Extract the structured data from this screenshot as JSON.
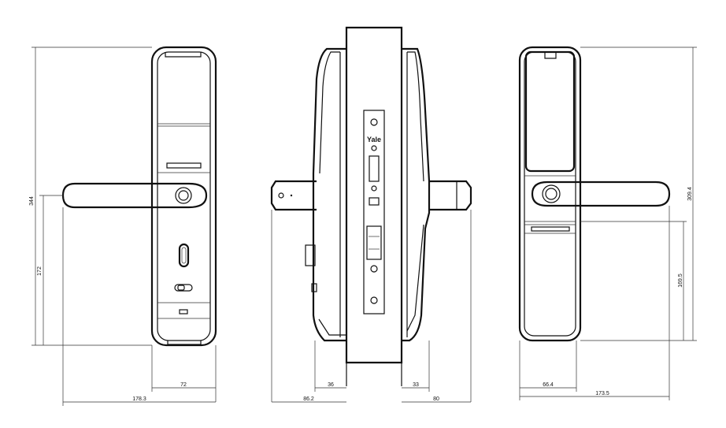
{
  "views": {
    "front": {
      "height_dim": "344",
      "lever_dim": "172",
      "width_dim": "72",
      "depth_dim": "178.3"
    },
    "side": {
      "brand": "Yale",
      "left_depth": "36",
      "right_depth": "33",
      "left_total": "86.2",
      "right_total": "80"
    },
    "back": {
      "height_dim": "309.4",
      "lower_dim": "169.5",
      "width_dim": "66.4",
      "depth_dim": "173.5"
    }
  },
  "colors": {
    "line": "#111111",
    "background": "#ffffff"
  }
}
